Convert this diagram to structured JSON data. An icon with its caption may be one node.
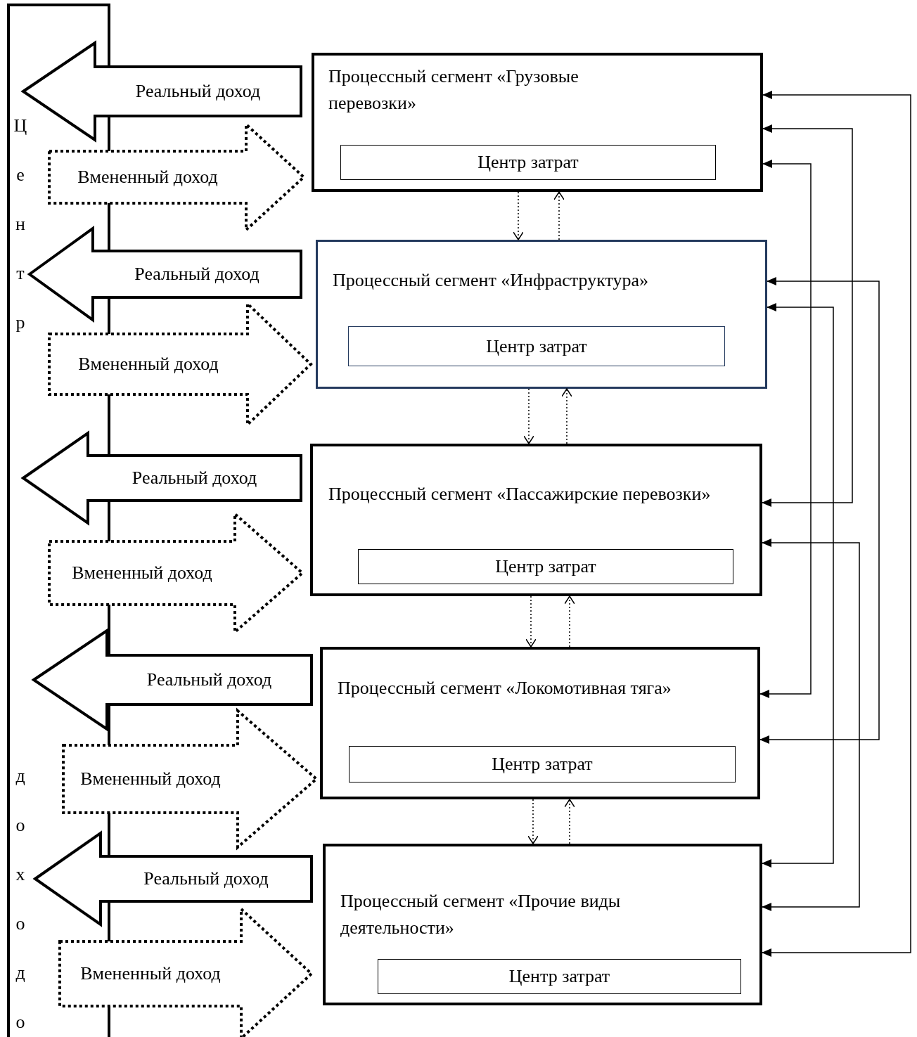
{
  "diagram": {
    "nodes": [
      {
        "text": [
          "Центр",
          "доходо"
        ]
      },
      {
        "text": [
          "Процессный сегмент «Грузовые перевозки»"
        ]
      },
      {
        "text": [
          "Центр затрат"
        ],
        "in": 1
      },
      {
        "text": [
          "Процессный сегмент «Инфраструктура»"
        ]
      },
      {
        "text": [
          "Центр затрат"
        ],
        "in": 3
      },
      {
        "text": [
          "Процессный сегмент «Пассажирские перевозки»"
        ]
      },
      {
        "text": [
          "Центр затрат"
        ],
        "in": 5
      },
      {
        "text": [
          "Процессный сегмент «Локомотивная тяга»"
        ]
      },
      {
        "text": [
          "Центр затрат"
        ],
        "in": 7
      },
      {
        "text": [
          "Процессный сегмент «Прочие виды деятельности»"
        ]
      },
      {
        "text": [
          "Центр затрат"
        ],
        "in": 9
      }
    ],
    "edges": [
      {
        "from": 1,
        "to": 0,
        "arrow": "to",
        "label": "Реальный доход"
      },
      {
        "from": 0,
        "to": 1,
        "arrow": "to",
        "label": "Вмененный доход",
        "style": "dashed"
      },
      {
        "from": 3,
        "to": 0,
        "arrow": "to",
        "label": "Реальный доход"
      },
      {
        "from": 0,
        "to": 3,
        "arrow": "to",
        "label": "Вмененный доход",
        "style": "dashed"
      },
      {
        "from": 5,
        "to": 0,
        "arrow": "to",
        "label": "Реальный доход"
      },
      {
        "from": 0,
        "to": 5,
        "arrow": "to",
        "label": "Вмененный доход",
        "style": "dashed"
      },
      {
        "from": 7,
        "to": 0,
        "arrow": "to",
        "label": "Реальный доход"
      },
      {
        "from": 0,
        "to": 7,
        "arrow": "to",
        "label": "Вмененный доход",
        "style": "dashed"
      },
      {
        "from": 9,
        "to": 0,
        "arrow": "to",
        "label": "Реальный доход"
      },
      {
        "from": 0,
        "to": 9,
        "arrow": "to",
        "label": "Вмененный доход",
        "style": "dashed"
      },
      {
        "from": 1,
        "to": 3,
        "arrow": "to",
        "style": "dashed"
      },
      {
        "from": 3,
        "to": 1,
        "arrow": "to",
        "style": "dashed"
      },
      {
        "from": 3,
        "to": 5,
        "arrow": "to",
        "style": "dashed"
      },
      {
        "from": 5,
        "to": 3,
        "arrow": "to",
        "style": "dashed"
      },
      {
        "from": 5,
        "to": 7,
        "arrow": "to",
        "style": "dashed"
      },
      {
        "from": 7,
        "to": 5,
        "arrow": "to",
        "style": "dashed"
      },
      {
        "from": 7,
        "to": 9,
        "arrow": "to",
        "style": "dashed"
      },
      {
        "from": 9,
        "to": 7,
        "arrow": "to",
        "style": "dashed"
      },
      {
        "from": 1,
        "to": 9,
        "arrow": "both"
      },
      {
        "from": 1,
        "to": 5,
        "arrow": "both"
      },
      {
        "from": 1,
        "to": 7,
        "arrow": "both"
      },
      {
        "from": 3,
        "to": 7,
        "arrow": "both"
      },
      {
        "from": 3,
        "to": 9,
        "arrow": "both"
      },
      {
        "from": 5,
        "to": 9,
        "arrow": "both"
      }
    ]
  }
}
